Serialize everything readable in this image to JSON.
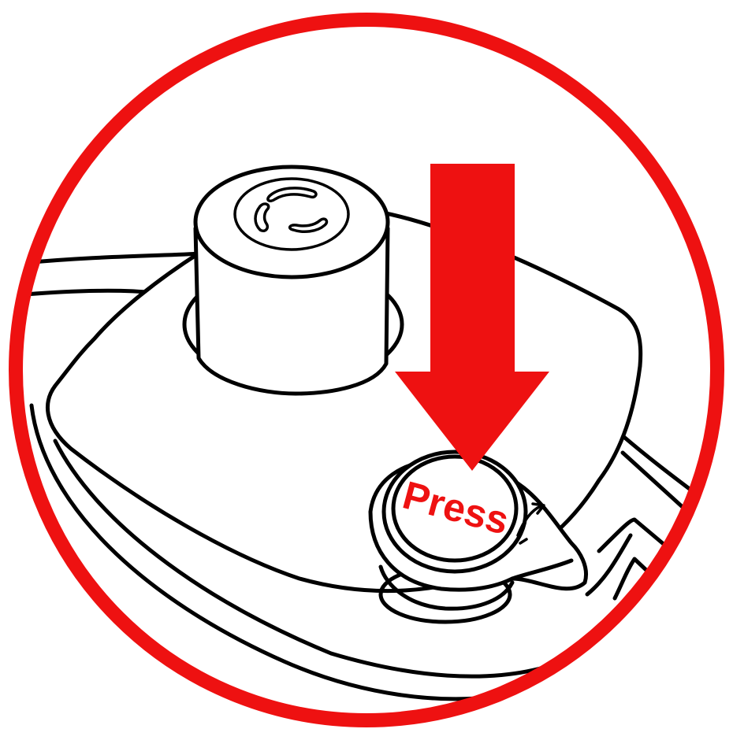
{
  "label": {
    "press": "Press"
  },
  "colors": {
    "accent": "#ee1111",
    "ink": "#000000",
    "background": "#ffffff"
  },
  "icons": {
    "frame": "red-circle-frame",
    "arrow": "down-arrow-icon",
    "button": "press-button",
    "knob": "valve-knob"
  }
}
